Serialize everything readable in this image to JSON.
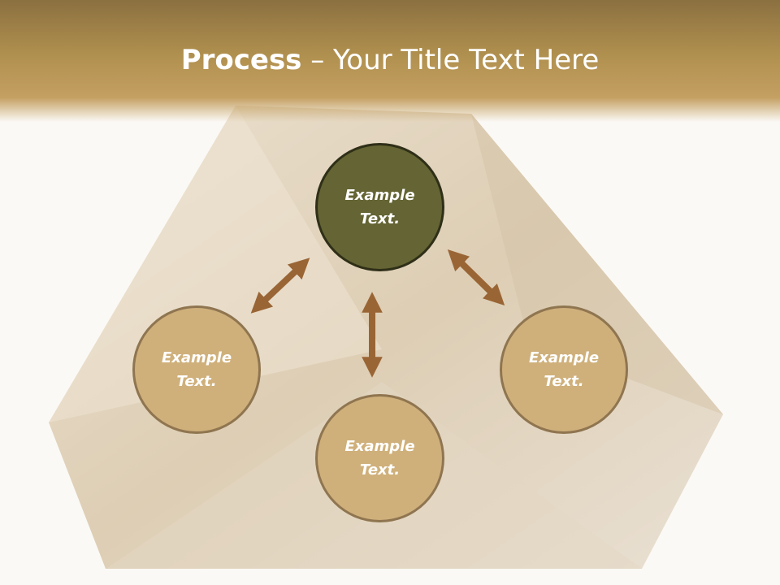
{
  "title": {
    "bold": "Process",
    "rest": " – Your Title Text Here"
  },
  "nodes": [
    {
      "label_line1": "Example",
      "label_line2": "Text."
    },
    {
      "label_line1": "Example",
      "label_line2": "Text."
    },
    {
      "label_line1": "Example",
      "label_line2": "Text."
    },
    {
      "label_line1": "Example",
      "label_line2": "Text."
    }
  ],
  "colors": {
    "header": "#b0904f",
    "node_fill": "#cfb07b",
    "node_center_fill": "#646434",
    "arrow": "#9a6535"
  }
}
